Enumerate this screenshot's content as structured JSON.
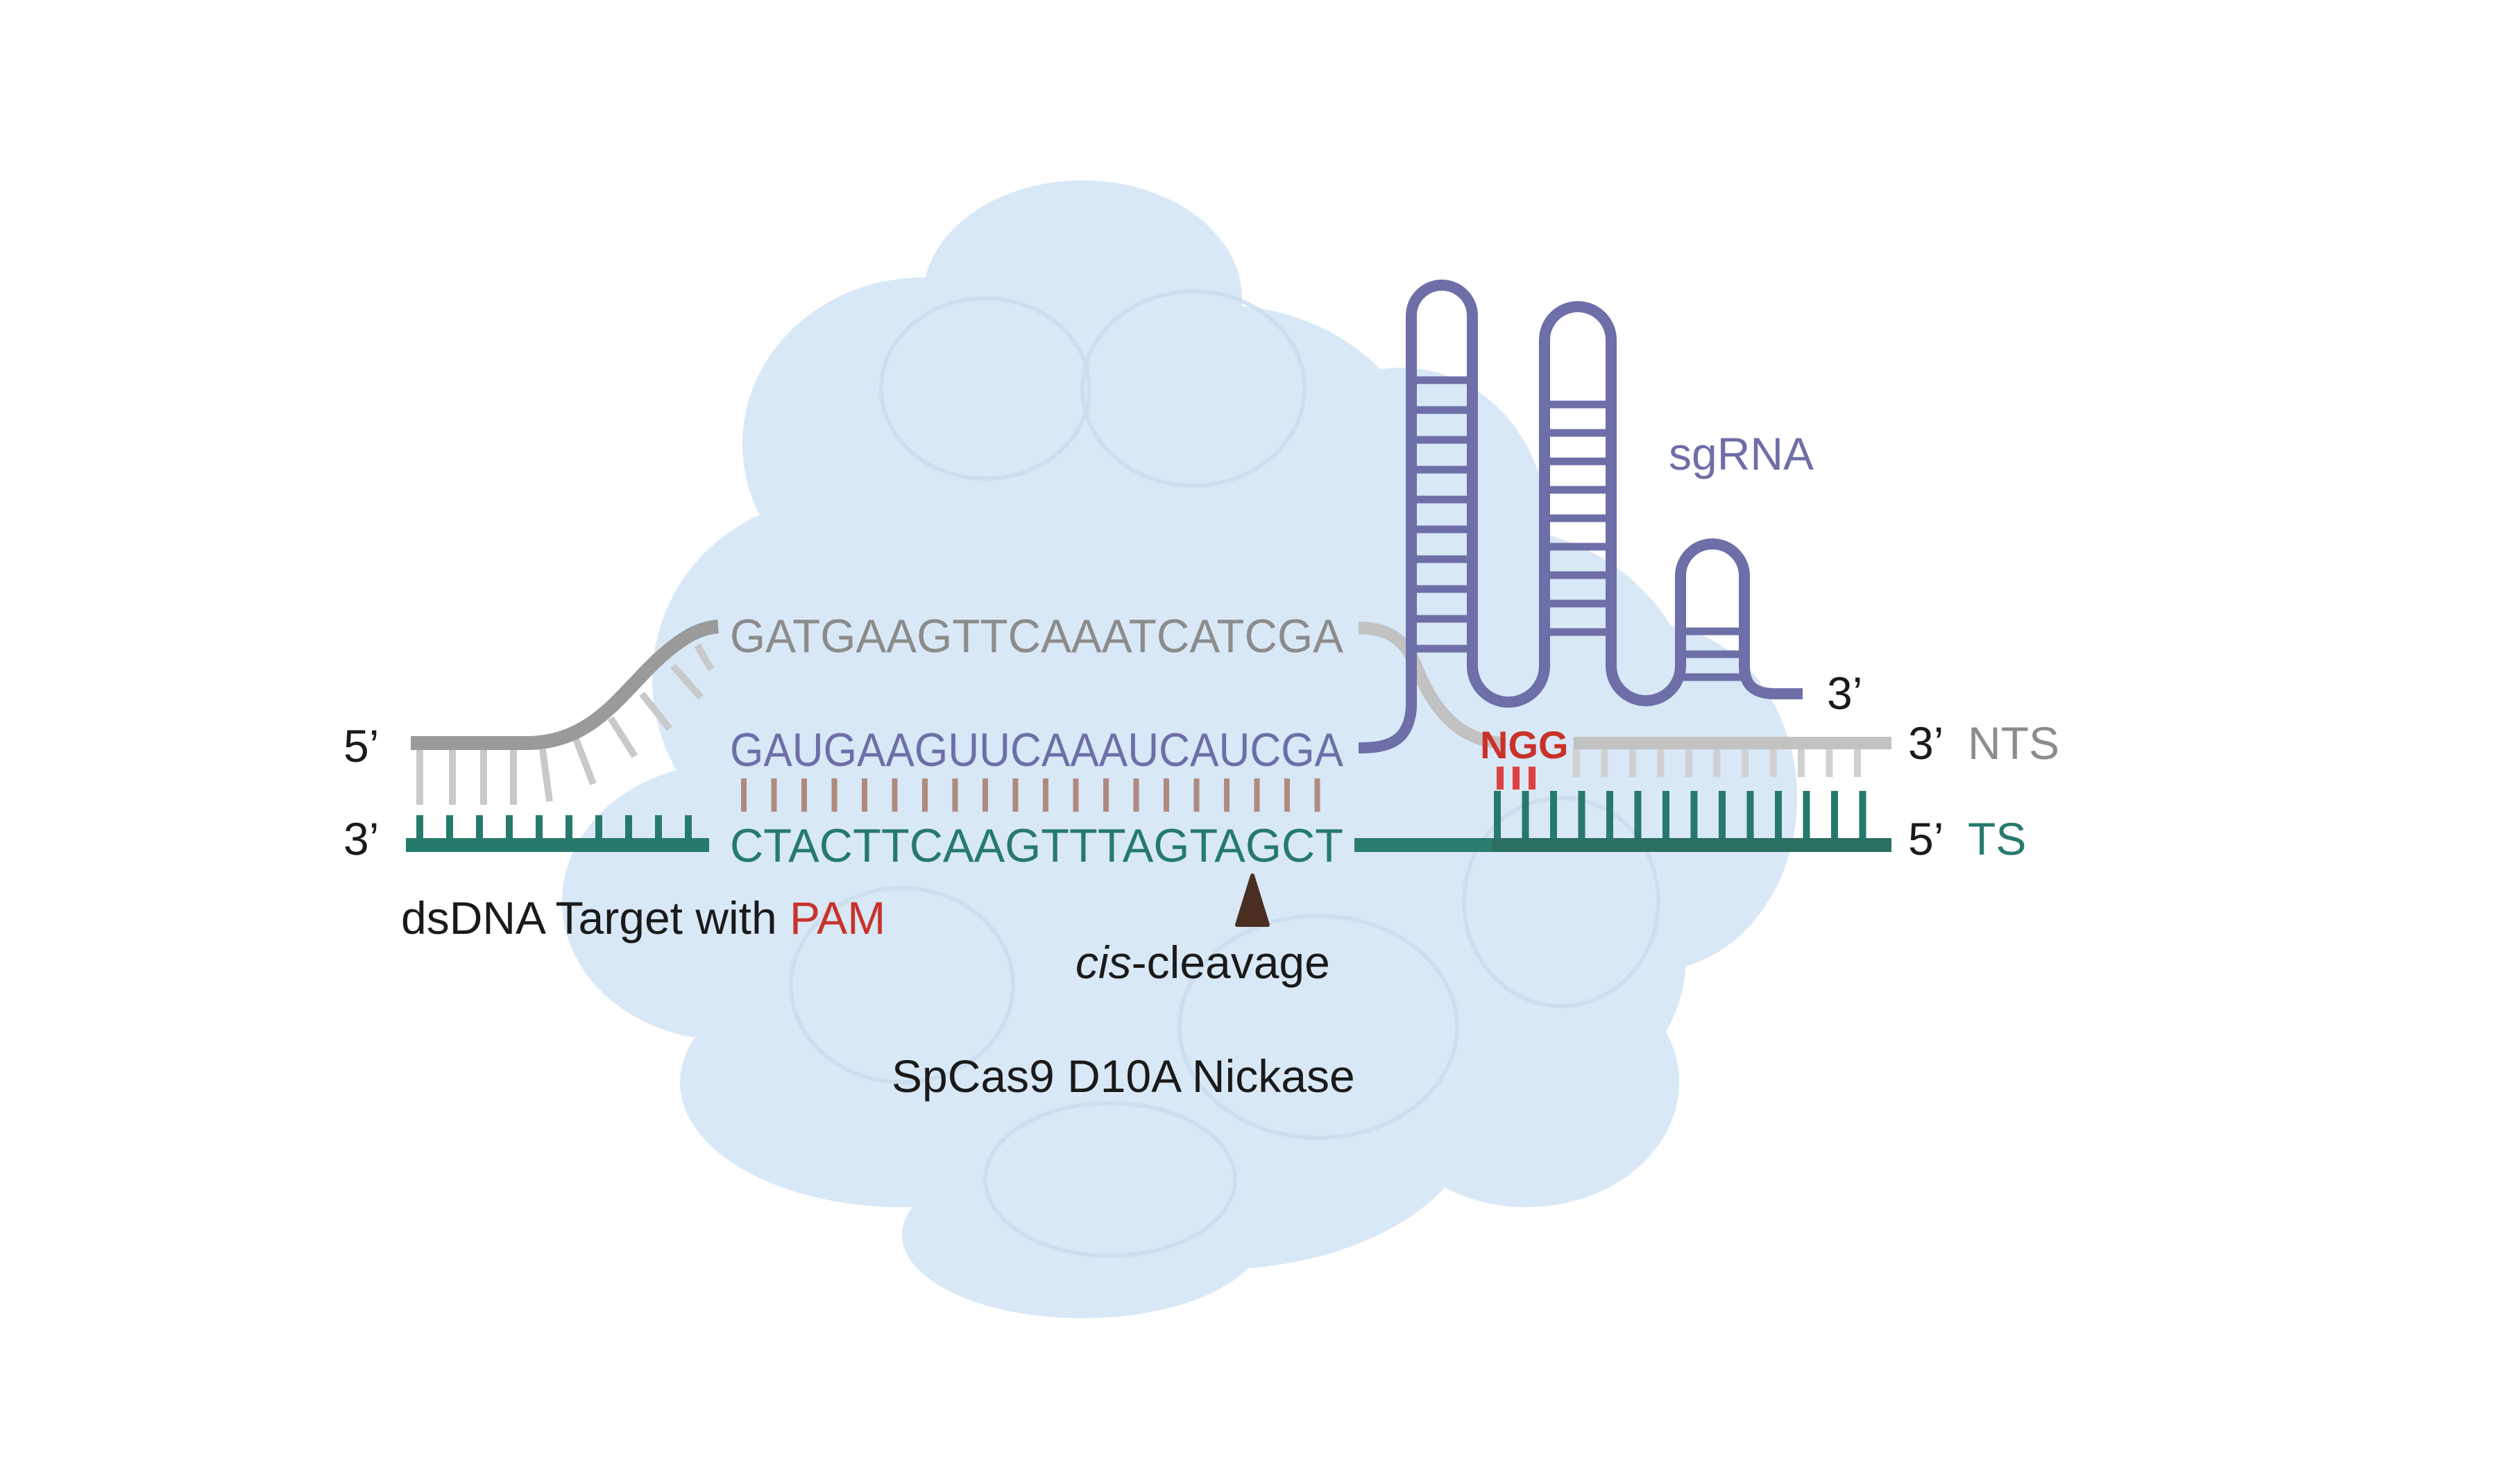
{
  "title": "SpCas9 D10A Nickase",
  "protein_label": "SpCas9 D10A Nickase",
  "cleavage": {
    "italic": "cis",
    "rest": "-cleavage"
  },
  "dsdna_label": {
    "text": "dsDNA Target with ",
    "highlight": "PAM"
  },
  "sgrna_label": "sgRNA",
  "sequences": {
    "non_target_strand": "GATGAAGTTCAAATCATCGA",
    "guide_rna": "GAUGAAGUUCAAAUCAUCGA",
    "target_strand": "CTACTTCAAGTTTAGTAGCT"
  },
  "pam": "NGG",
  "ends": {
    "left_top": "5’",
    "left_bottom": "3’",
    "right_top": "3’",
    "right_bottom": "5’",
    "sgrna_3prime": "3’"
  },
  "strand_labels": {
    "nts": "NTS",
    "ts": "TS"
  },
  "colors": {
    "nts": "#9a9a9a",
    "nts_light": "#c9c9c9",
    "rna": "#6e6ea8",
    "ts": "#267a6c",
    "pam": "#c8322b",
    "pair": "#b08a7e",
    "cleavage_marker": "#4a2e22",
    "protein": "#d6e6f4",
    "text": "#1a1a1a"
  }
}
